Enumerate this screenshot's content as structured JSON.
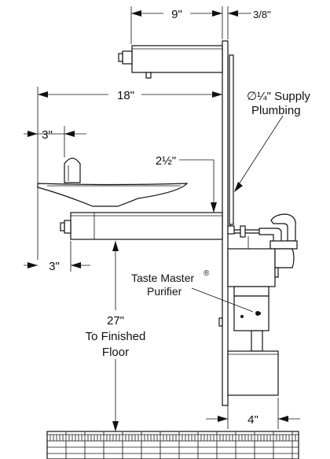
{
  "dimensions": {
    "top_width": "9\"",
    "wall_offset": "3/8\"",
    "basin_width": "18\"",
    "bubbler_offset": "3\"",
    "basin_to_wall": "2½\"",
    "bottom_offset": "3\"",
    "floor_height": "27\"",
    "floor_label_line1": "To Finished",
    "floor_label_line2": "Floor",
    "wall_depth": "4\""
  },
  "callouts": {
    "supply_line1": "∅¼\" Supply",
    "supply_line2": "Plumbing",
    "purifier_line1": "Taste Master",
    "purifier_reg": "®",
    "purifier_line2": "Purifier"
  }
}
